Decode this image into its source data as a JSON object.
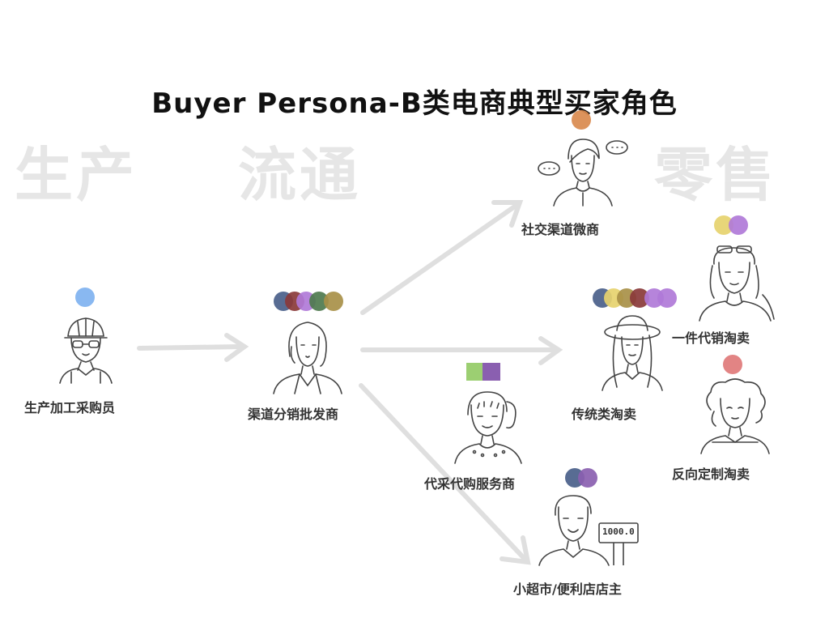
{
  "title": "Buyer Persona-B类电商典型买家角色",
  "stages": {
    "production": "生产",
    "circulation": "流通",
    "retail": "零售"
  },
  "personas": {
    "factory_buyer": "生产加工采购员",
    "wholesaler": "渠道分销批发商",
    "wechat_merchant": "社交渠道微商",
    "taobao_traditional": "传统类淘卖",
    "one_piece_taobao": "一件代销淘卖",
    "reverse_custom": "反向定制淘卖",
    "purchasing_agent": "代采代购服务商",
    "store_owner": "小超市/便利店店主"
  },
  "store_sign": "1000.0",
  "colors": {
    "blue_light": "#7fb2f0",
    "orange": "#d98a4e",
    "slate": "#4a5f8a",
    "maroon": "#8a3a3a",
    "violet": "#b07ad8",
    "green": "#4e7a4e",
    "olive": "#a89048",
    "yellow": "#e6d36e",
    "red": "#e07a7a",
    "lightgreen": "#9ccf72",
    "purple": "#8a5fb0",
    "stage_text": "#e6e6e6",
    "arrow": "#d9d9d9"
  }
}
